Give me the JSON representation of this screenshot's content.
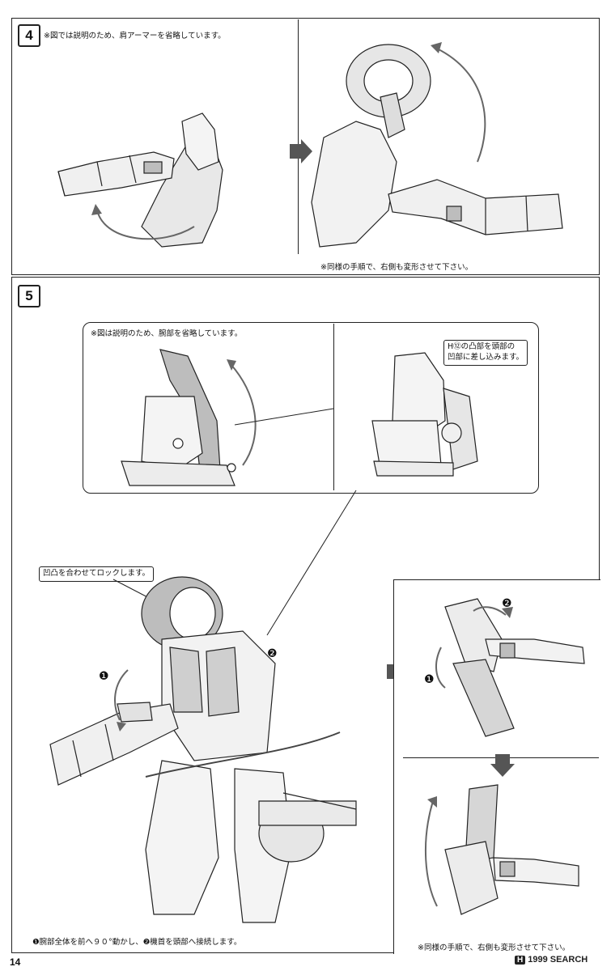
{
  "page_number": "14",
  "step4": {
    "number": "4",
    "note": "※図では説明のため、肩アーマーを省略しています。",
    "bottom_note": "※同様の手順で、右側も変形させて下さい。"
  },
  "step5": {
    "number": "5",
    "inset_note": "※図は説明のため、腕部を省略しています。",
    "inset_callout_line1": "H⑫の凸部を頭部の",
    "inset_callout_line2": "凹部に差し込みます。",
    "lock_callout": "凹凸を合わせてロックします。",
    "marker_1": "❶",
    "marker_2": "❷",
    "caption": "❶腕部全体を前へ９０°動かし、❷機首を頭部へ接続します。",
    "right_bottom_note": "※同様の手順で、右側も変形させて下さい。"
  },
  "watermark": {
    "badge": "H",
    "text": "1999 SEARCH"
  },
  "colors": {
    "line": "#222222",
    "shade": "#bdbdbd",
    "background": "#ffffff"
  }
}
